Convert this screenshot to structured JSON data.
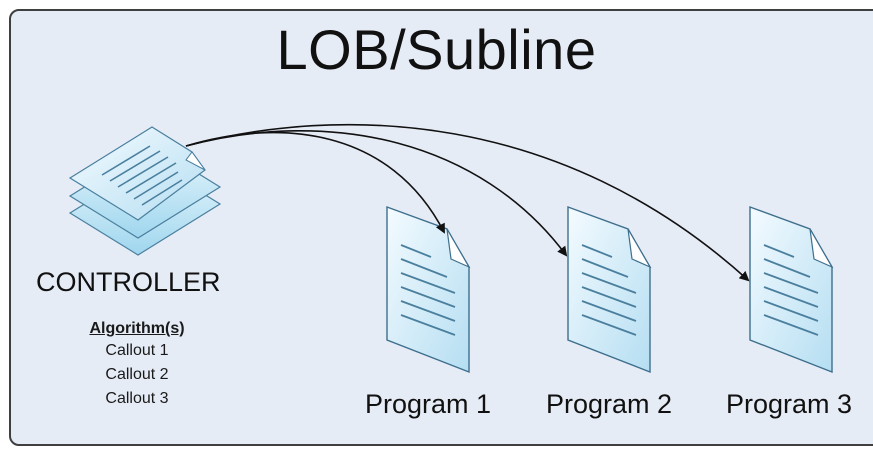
{
  "title": "LOB/Subline",
  "controller": {
    "label": "CONTROLLER",
    "algorithm_heading": "Algorithm(s)",
    "callouts": [
      "Callout 1",
      "Callout 2",
      "Callout 3"
    ]
  },
  "programs": [
    {
      "label": "Program 1"
    },
    {
      "label": "Program 2"
    },
    {
      "label": "Program 3"
    }
  ],
  "colors": {
    "panel_fill": "#e6ecf6",
    "panel_border": "#3f3f3f",
    "doc_fill": "#cfeaf7",
    "doc_line": "#5a8fb0",
    "arrow": "#111111"
  },
  "icons": [
    "document-stack-icon",
    "document-icon",
    "document-icon",
    "document-icon"
  ]
}
